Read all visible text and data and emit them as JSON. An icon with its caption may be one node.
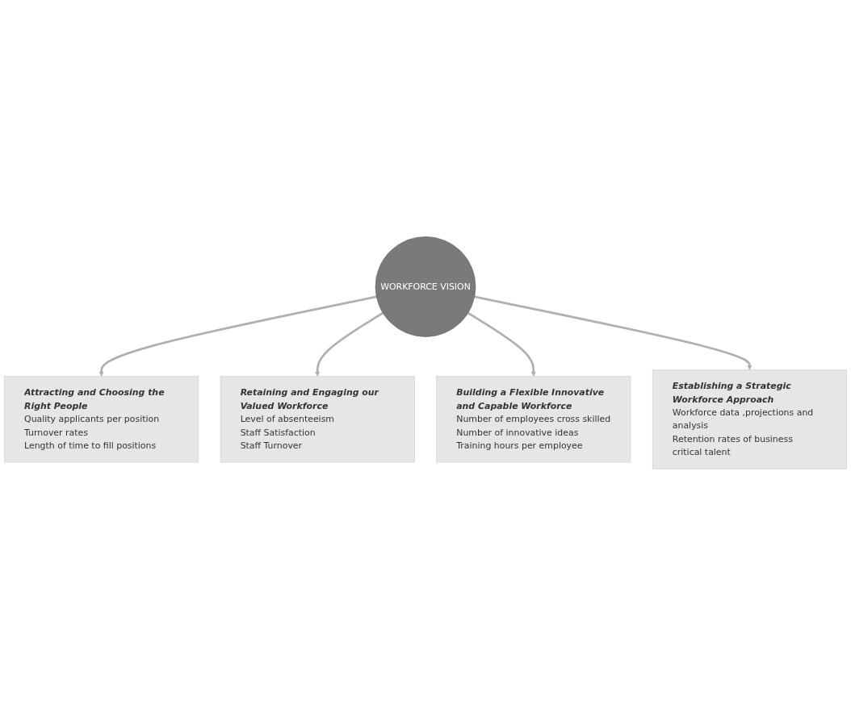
{
  "diagram": {
    "nodes": [
      {
        "text": [
          "Attracting and Choosing the Right People",
          "Quality applicants per position",
          "Turnover rates",
          "Length of time to fill positions"
        ]
      },
      {
        "text": [
          "Retaining and Engaging our Valued Workforce",
          "Level of absenteeism",
          "Staff Satisfaction",
          "Staff Turnover"
        ]
      },
      {
        "text": [
          "WORKFORCE VISION"
        ]
      },
      {
        "text": [
          "Building a Flexible Innovative and Capable Workforce",
          "Number of employees cross skilled",
          "Number of innovative ideas",
          "Training hours per employee"
        ]
      },
      {
        "text": [
          "Establishing a Strategic Workforce Approach",
          "Workforce data ,projections and analysis",
          "Retention rates of business critical talent"
        ]
      }
    ],
    "edges": [
      {
        "from": 2,
        "to": 0,
        "arrow": "to"
      },
      {
        "from": 2,
        "to": 1,
        "arrow": "to"
      },
      {
        "from": 2,
        "to": 3,
        "arrow": "to"
      },
      {
        "from": 2,
        "to": 4,
        "arrow": "to"
      }
    ]
  }
}
